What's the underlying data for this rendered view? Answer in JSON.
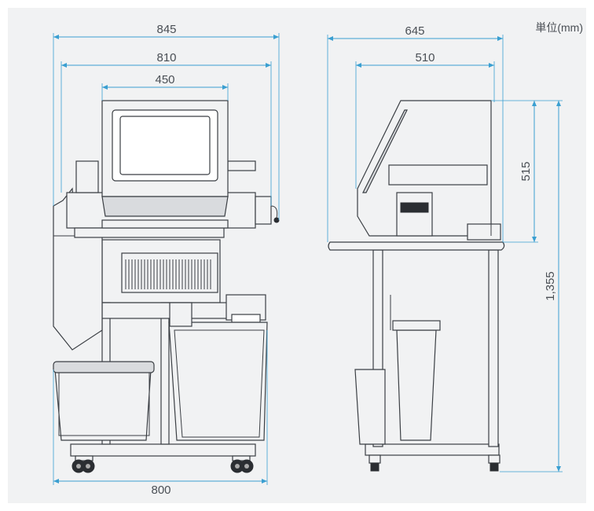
{
  "unit_label": "単位(mm)",
  "front_view": {
    "overall_width": "845",
    "body_width": "810",
    "monitor_width": "450",
    "base_width": "800"
  },
  "side_view": {
    "overall_depth": "645",
    "body_depth": "510",
    "upper_height": "515",
    "total_height": "1,355"
  },
  "colors": {
    "dimension_line": "#3a9fd1",
    "outline": "#3b3f44",
    "background": "#f1f2f3"
  }
}
